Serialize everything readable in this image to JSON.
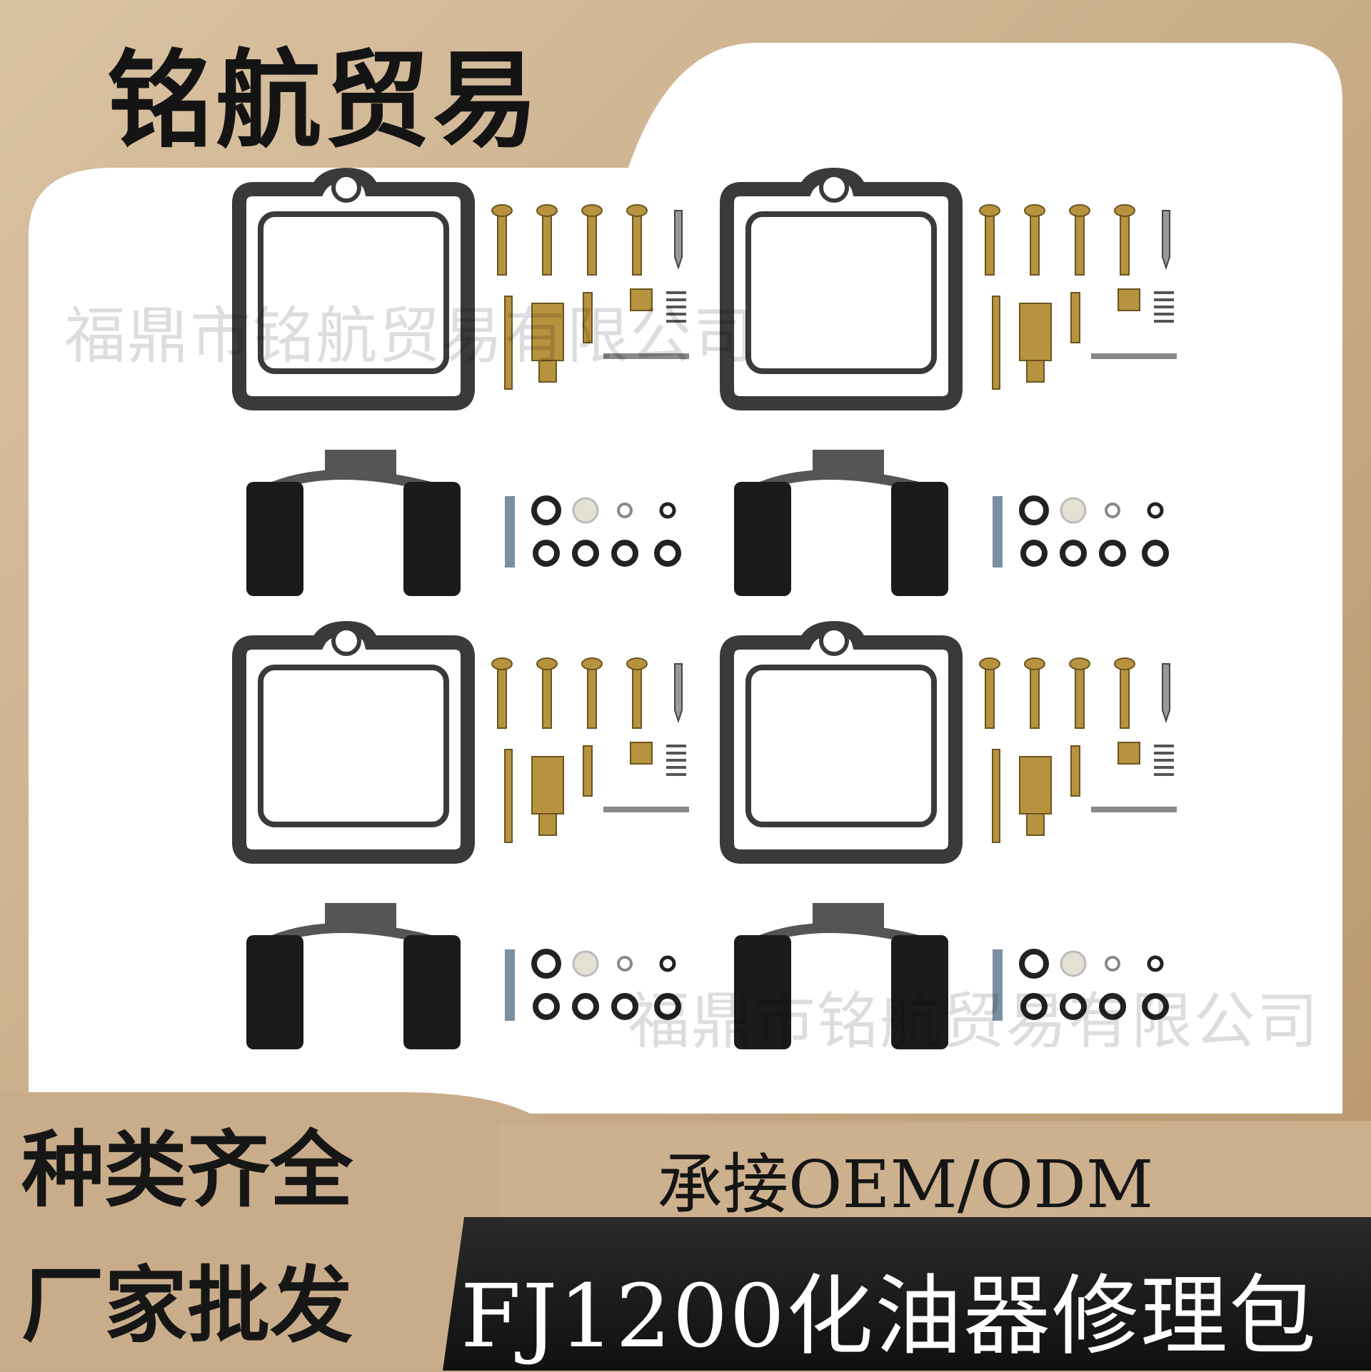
{
  "brand": {
    "name": "铭航贸易"
  },
  "watermark": {
    "text": "福鼎市铭航贸易有限公司"
  },
  "taglines": {
    "variety": "种类齐全",
    "wholesale": "厂家批发"
  },
  "service": {
    "text": "承接OEM/ODM"
  },
  "product": {
    "title": "FJ1200化油器修理包"
  },
  "colors": {
    "tan": "#c7ab88",
    "dark_bar": "#1c1c1c",
    "white_panel": "#ffffff",
    "brass": "#b8933f"
  }
}
